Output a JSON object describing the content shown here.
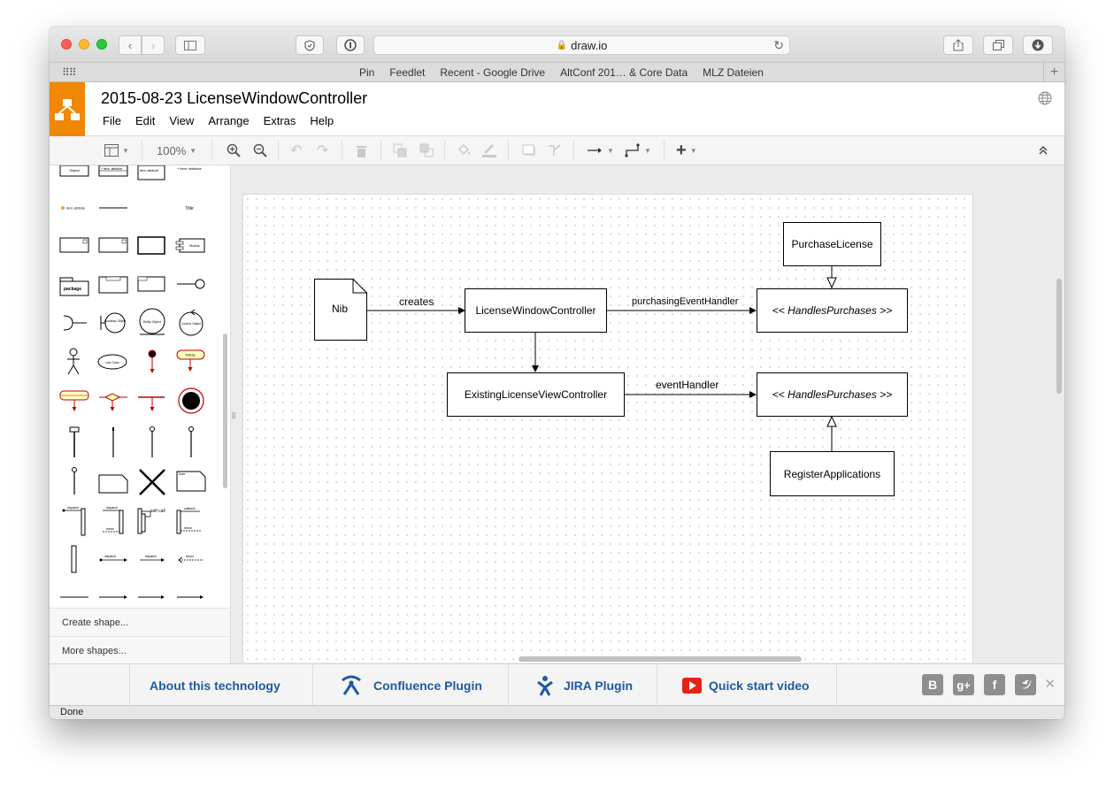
{
  "browser": {
    "url": "draw.io",
    "favorites": [
      "Pin",
      "Feedlet",
      "Recent - Google Drive",
      "AltConf 201… & Core Data",
      "MLZ Dateien"
    ]
  },
  "app": {
    "title": "2015-08-23 LicenseWindowController",
    "menu": [
      "File",
      "Edit",
      "View",
      "Arrange",
      "Extras",
      "Help"
    ],
    "accent_color": "#f08705"
  },
  "toolbar": {
    "zoom": "100%"
  },
  "sidebar": {
    "create_shape": "Create shape...",
    "more_shapes": "More shapes...",
    "shape_texts": {
      "object": "Object",
      "item_attribute": "+ item: attribute",
      "item_attribute2": "item: attribute",
      "title": "Title",
      "package": "package",
      "module": "Module",
      "boundary": "Boundary Object",
      "entity": "Entity Object",
      "control": "Control Object",
      "use_case": "Use Case",
      "activity": "Activity",
      "note": "Note",
      "dispatch": "dispatch",
      "self_call": "self call",
      "callback": "callback",
      "return": "return"
    }
  },
  "diagram": {
    "nodes": {
      "nib": "Nib",
      "license_window_controller": "LicenseWindowController",
      "handles_purchases_1": "<< HandlesPurchases >>",
      "purchase_license": "PurchaseLicense",
      "existing_license_view_controller": "ExistingLicenseViewController",
      "handles_purchases_2": "<< HandlesPurchases >>",
      "register_applications": "RegisterApplications"
    },
    "edges": {
      "creates": "creates",
      "purchasing_event_handler": "purchasingEventHandler",
      "event_handler": "eventHandler"
    }
  },
  "footer": {
    "about": "About this technology",
    "confluence": "Confluence Plugin",
    "jira": "JIRA Plugin",
    "quickstart": "Quick start video"
  },
  "status": "Done"
}
